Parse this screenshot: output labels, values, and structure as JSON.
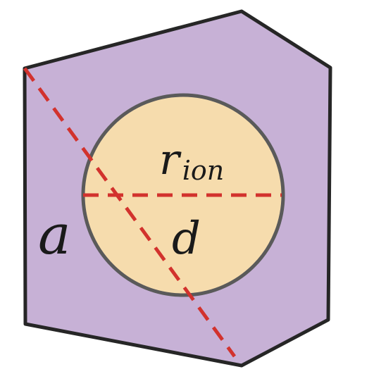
{
  "diagram": {
    "labels": {
      "edge_label": "a",
      "radius_symbol": "r",
      "radius_subscript": "ion",
      "diameter_label": "d"
    },
    "colors": {
      "polyhedron_fill": "#c7b1d6",
      "polyhedron_stroke": "#262626",
      "sphere_fill": "#f6dcad",
      "sphere_stroke": "#5a5a5a",
      "dashed_line": "#d2322d"
    }
  }
}
